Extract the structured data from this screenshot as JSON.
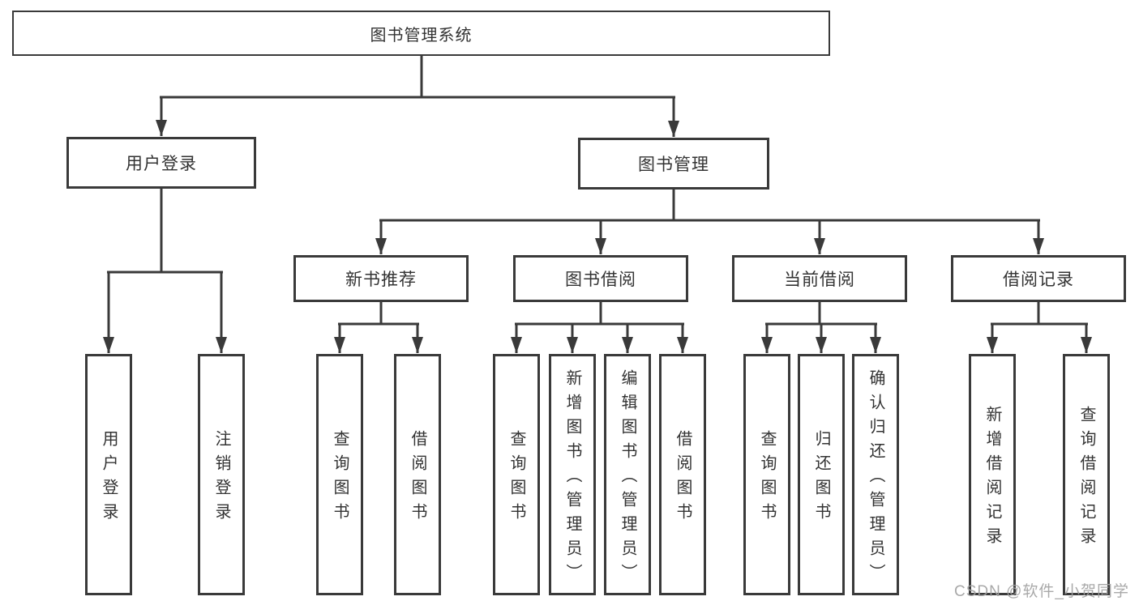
{
  "tree": {
    "label": "图书管理系统",
    "children": [
      {
        "label": "用户登录",
        "children": [
          {
            "label": "用户登录"
          },
          {
            "label": "注销登录"
          }
        ]
      },
      {
        "label": "图书管理",
        "children": [
          {
            "label": "新书推荐",
            "children": [
              {
                "label": "查询图书"
              },
              {
                "label": "借阅图书"
              }
            ]
          },
          {
            "label": "图书借阅",
            "children": [
              {
                "label": "查询图书"
              },
              {
                "label": "新增图书（管理员）"
              },
              {
                "label": "编辑图书（管理员）"
              },
              {
                "label": "借阅图书"
              }
            ]
          },
          {
            "label": "当前借阅",
            "children": [
              {
                "label": "查询图书"
              },
              {
                "label": "归还图书"
              },
              {
                "label": "确认归还（管理员）"
              }
            ]
          },
          {
            "label": "借阅记录",
            "children": [
              {
                "label": "新增借阅记录"
              },
              {
                "label": "查询借阅记录"
              }
            ]
          }
        ]
      }
    ]
  },
  "watermark": "CSDN @软件_小贺同学",
  "colors": {
    "line": "#3a3a3a",
    "text": "#333333",
    "node_background": "#ffffff",
    "page_background": "#ffffff",
    "watermark": "#a2a2a2"
  }
}
